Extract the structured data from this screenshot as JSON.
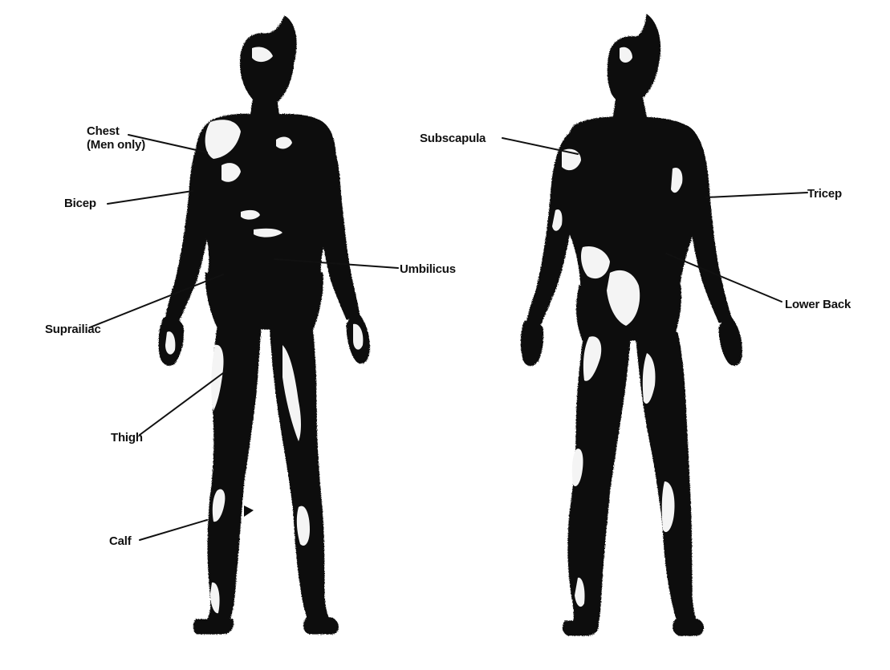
{
  "figure": {
    "background": "#ffffff",
    "ink": "#0d0d0d",
    "highlight": "#f4f4f4"
  },
  "views": {
    "front": {
      "icon": "human-body-front-icon"
    },
    "back": {
      "icon": "human-body-back-icon"
    }
  },
  "labels": {
    "chest": "Chest",
    "chest_note": "(Men only)",
    "bicep": "Bicep",
    "suprailiac": "Suprailiac",
    "thigh": "Thigh",
    "calf": "Calf",
    "umbilicus": "Umbilicus",
    "subscapula": "Subscapula",
    "tricep": "Tricep",
    "lower_back": "Lower Back"
  }
}
